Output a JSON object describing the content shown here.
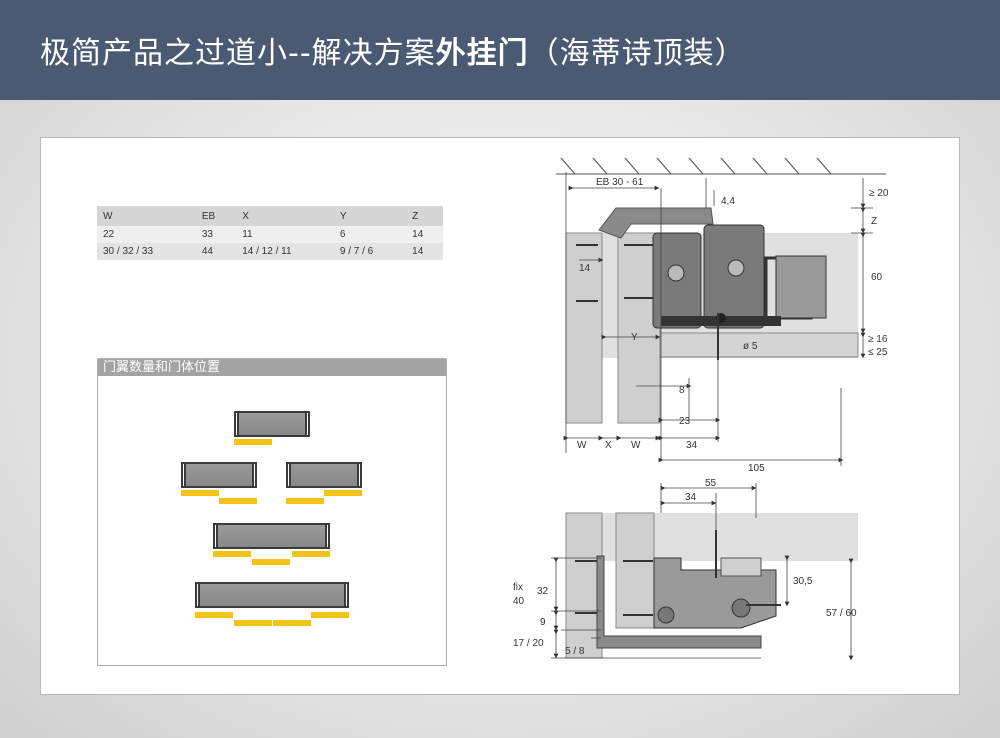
{
  "header": {
    "title_prefix": "极简产品之过道小--解决方案",
    "title_bold": "外挂门",
    "title_suffix": "（海蒂诗顶装）"
  },
  "spec_table": {
    "headers": [
      "W",
      "EB",
      "X",
      "Y",
      "Z"
    ],
    "rows": [
      [
        "22",
        "33",
        "11",
        "6",
        "14"
      ],
      [
        "30 / 32 / 33",
        "44",
        "14 / 12 / 11",
        "9 / 7 / 6",
        "14"
      ]
    ]
  },
  "door_panel": {
    "title": "门翼数量和门体位置"
  },
  "dims": {
    "eb": "EB 30 - 61",
    "d44": "4,4",
    "ge20": "≥ 20",
    "z": "Z",
    "d60": "60",
    "d14": "14",
    "y": "Y",
    "ge16": "≥ 16",
    "le25": "≤ 25",
    "dia5": "ø 5",
    "d8": "8",
    "d23": "23",
    "w1": "W",
    "x": "X",
    "w2": "W",
    "d34a": "34",
    "d105": "105",
    "d55": "55",
    "d34b": "34",
    "fix": "fix",
    "d40": "40",
    "d32": "32",
    "d9": "9",
    "d1720": "17 / 20",
    "d58": "5 / 8",
    "d305": "30,5",
    "d5760": "57 / 60"
  },
  "colors": {
    "header_bg": "#4a5a72",
    "rail_yellow": "#f3c31a",
    "panel_gray": "#a3a3a3"
  }
}
